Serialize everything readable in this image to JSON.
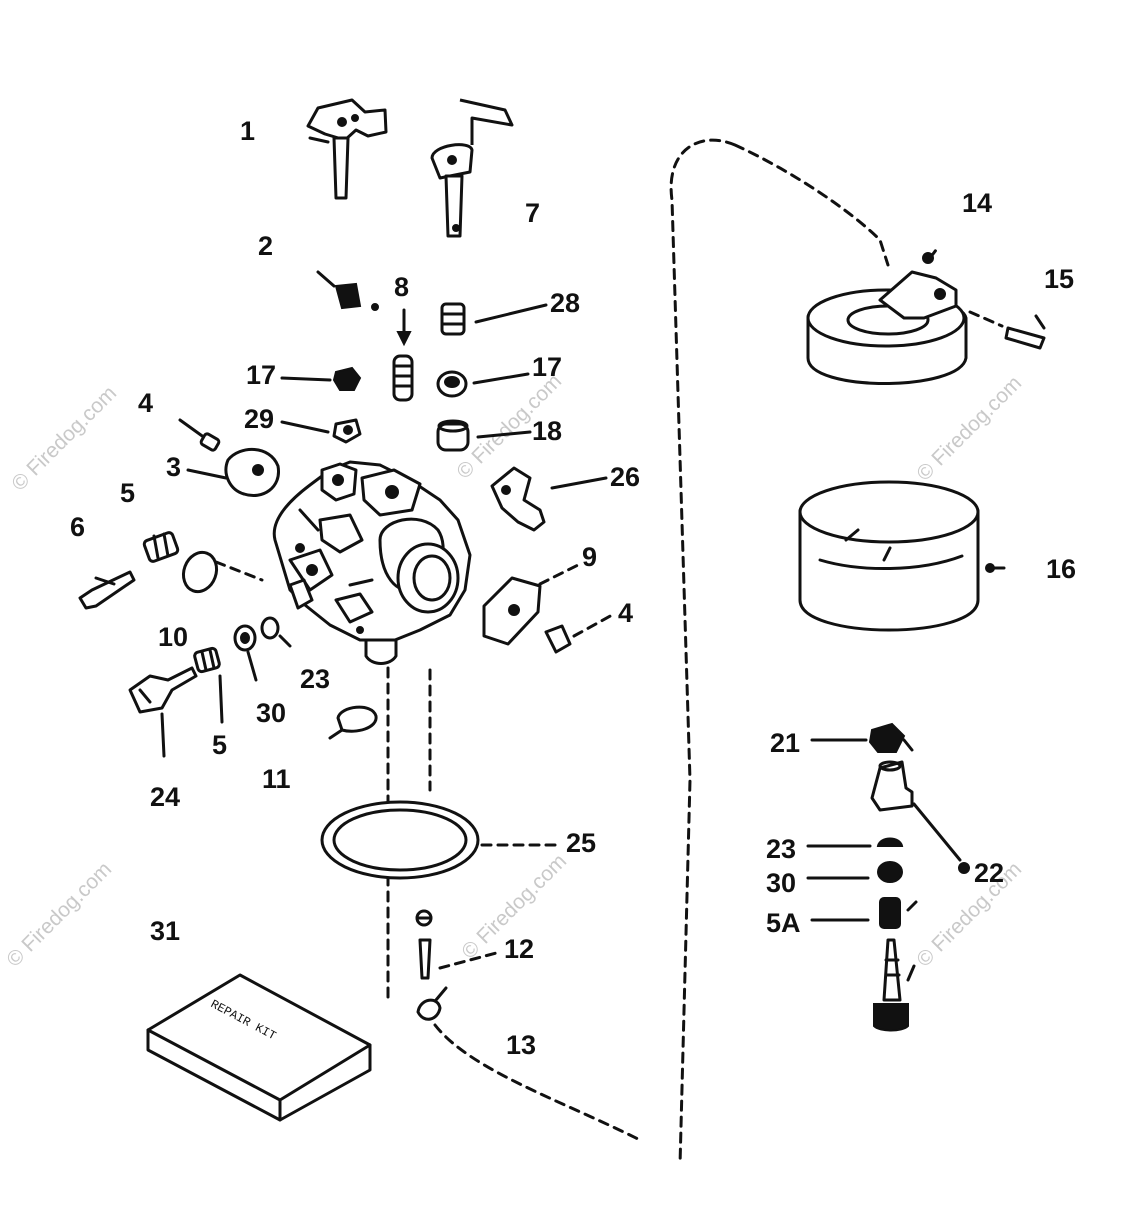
{
  "watermark": {
    "text": "© Firedog.com"
  },
  "callouts": {
    "c1": "1",
    "c2": "2",
    "c3": "3",
    "c4a": "4",
    "c4b": "4",
    "c5a": "5",
    "c5b": "5",
    "c5A": "5A",
    "c6": "6",
    "c7": "7",
    "c8": "8",
    "c9": "9",
    "c10": "10",
    "c11": "11",
    "c12": "12",
    "c13": "13",
    "c14": "14",
    "c15": "15",
    "c16": "16",
    "c17a": "17",
    "c17b": "17",
    "c18": "18",
    "c21": "21",
    "c22": "22",
    "c23a": "23",
    "c23b": "23",
    "c24": "24",
    "c25": "25",
    "c26": "26",
    "c28": "28",
    "c29": "29",
    "c30a": "30",
    "c30b": "30",
    "c31": "31"
  },
  "kit_label": "REPAIR KIT"
}
